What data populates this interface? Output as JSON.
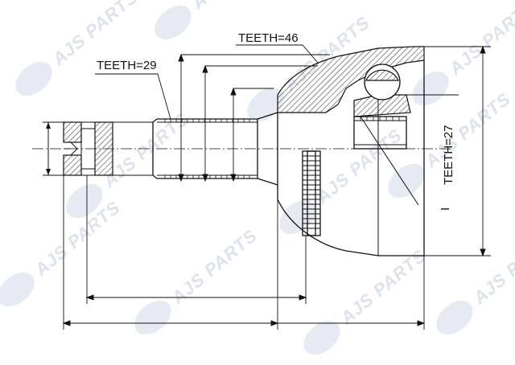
{
  "watermark": {
    "brand": "AJS PARTS"
  },
  "labels": {
    "teeth_outer": "TEETH=46",
    "teeth_shaft": "TEETH=29",
    "teeth_inner": "TEETH=27",
    "section_mark": "I"
  },
  "colors": {
    "line": "#111111",
    "watermark": "#dde3ee",
    "hatch": "#333333"
  }
}
